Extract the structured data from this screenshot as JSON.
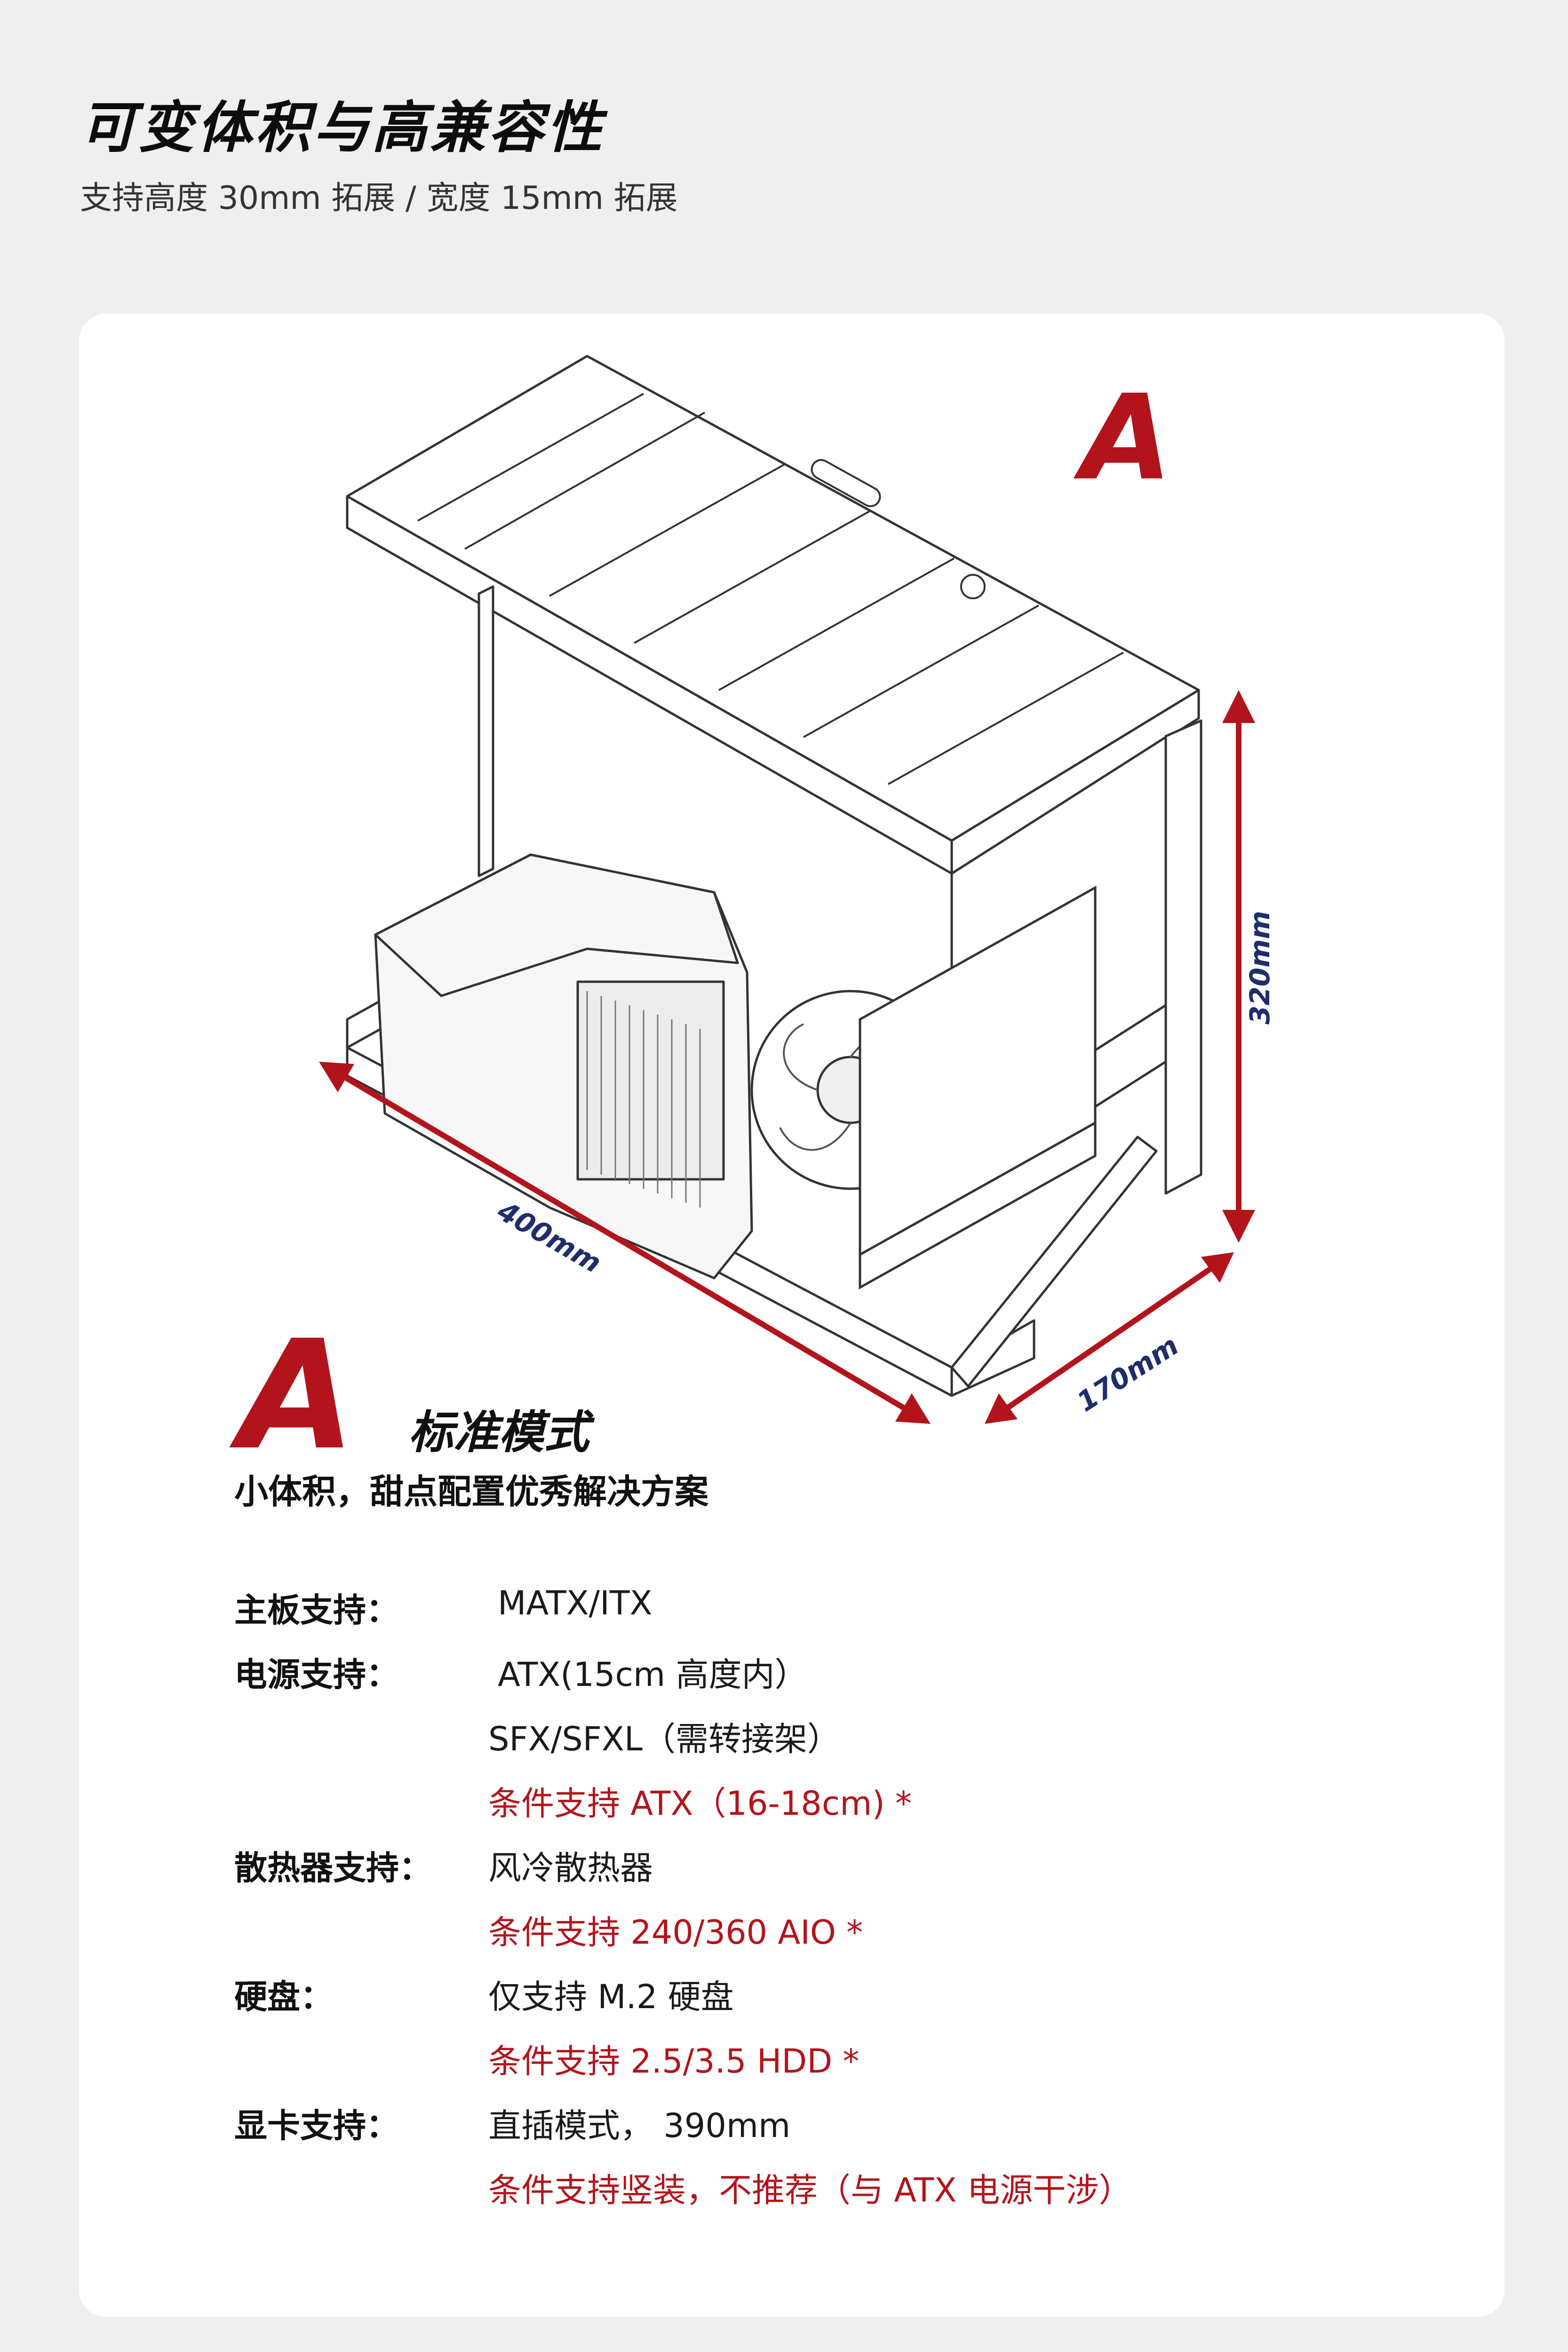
{
  "header": {
    "title": "可变体积与高兼容性",
    "subtitle": "支持高度 30mm 拓展 / 宽度 15mm 拓展"
  },
  "illustration": {
    "badge_letter": "A",
    "dim_height": "320mm",
    "dim_length": "400mm",
    "dim_width": "170mm",
    "colors": {
      "arrow": "#b3141c",
      "dimension_text": "#1f2d6b",
      "line": "#333333"
    }
  },
  "mode": {
    "letter": "A",
    "name": "标准模式",
    "description": "小体积，甜点配置优秀解决方案"
  },
  "specs": [
    {
      "label": "主板支持：",
      "value": "MATX/ITX",
      "red": false,
      "indent": true
    },
    {
      "label": "电源支持：",
      "value": "ATX(15cm 高度内）",
      "red": false,
      "indent": true
    },
    {
      "label": "",
      "value": "SFX/SFXL（需转接架）",
      "red": false,
      "indent": false
    },
    {
      "label": "",
      "value": "条件支持 ATX（16-18cm) *",
      "red": true,
      "indent": false
    },
    {
      "label": "散热器支持：",
      "value": "风冷散热器",
      "red": false,
      "indent": false
    },
    {
      "label": "",
      "value": "条件支持 240/360 AIO *",
      "red": true,
      "indent": false
    },
    {
      "label": "硬盘：",
      "value": "仅支持 M.2 硬盘",
      "red": false,
      "indent": false
    },
    {
      "label": "",
      "value": "条件支持 2.5/3.5 HDD *",
      "red": true,
      "indent": false
    },
    {
      "label": "显卡支持：",
      "value": "直插模式， 390mm",
      "red": false,
      "indent": false
    },
    {
      "label": "",
      "value": "条件支持竖装，不推荐（与 ATX 电源干涉）",
      "red": true,
      "indent": false
    }
  ]
}
